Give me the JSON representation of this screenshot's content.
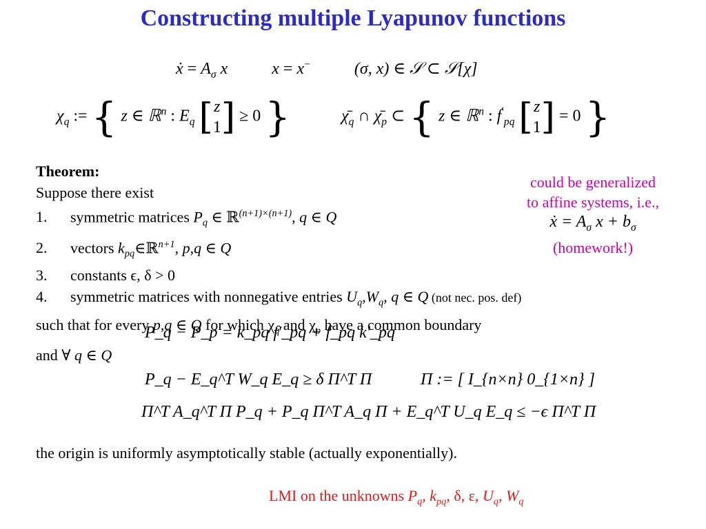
{
  "slide": {
    "title": "Constructing multiple Lyapunov functions",
    "eq_system": {
      "flow": "ẋ = Aσ x",
      "flow_lhs": "ẋ",
      "flow_eq": "=",
      "flow_A": "A",
      "flow_sigma": "σ",
      "flow_x": "x",
      "jump_lhs": "x",
      "jump_eq": "=",
      "jump_rhs": "x",
      "jump_sup": "−",
      "cond": "(σ, x) ∈ 𝒮 ⊂ 𝒮[χ]"
    },
    "eq_sets": {
      "chi_q": "χ",
      "chi_q_sub": "q",
      "def": ":=",
      "set_open": "{",
      "set_close": "}",
      "z_in": "z ∈ ℝ",
      "n": "n",
      "colon": ":",
      "E": "E",
      "q": "q",
      "z": "z",
      "one": "1",
      "geq0": "≥ 0",
      "bar_chi": "χ̄",
      "cap": "∩",
      "p": "p",
      "subset": "⊂",
      "f": "f",
      "prime_pq": "′",
      "pq": "pq",
      "eq0": "= 0"
    },
    "note": {
      "line1": "could be generalized",
      "line2": "to affine systems, i.e.,",
      "eq_lhs": "ẋ = A",
      "eq_sigma": "σ",
      "eq_mid": "x + b",
      "eq_sigma2": "σ",
      "line3": "(homework!)"
    },
    "theorem": {
      "heading": "Theorem:",
      "intro": "Suppose there exist",
      "item1_num": "1.",
      "item1_text": "symmetric matrices ",
      "item1_P": "P",
      "item1_q": "q",
      "item1_in": " ∈ ℝ",
      "item1_sup": "(n+1)×(n+1)",
      "item1_tail": ", q ∈ Q",
      "item2_num": "2.",
      "item2_text": "vectors ",
      "item2_k": "k",
      "item2_pq": "pq",
      "item2_in": "∈ℝ",
      "item2_sup": "n+1",
      "item2_tail": ", p,q ∈ Q",
      "item3_num": "3.",
      "item3_text": "constants ϵ, δ > 0",
      "item4_num": "4.",
      "item4_text": "symmetric matrices with nonnegative entries ",
      "item4_U": "U",
      "item4_q1": "q",
      "item4_W": ",W",
      "item4_q2": "q",
      "item4_tail": ", q ∈ Q",
      "item4_note": " (not nec. pos. def)",
      "such_a": "such that for every ",
      "such_pq": "p,q ∈ Q",
      "such_b": " for which χ",
      "such_q": "q",
      "such_c": " and χ",
      "such_p": "p",
      "such_d": " have a common boundary",
      "eq_boundary": "P_q − P_p = k_pq f′_pq + f_pq k′_pq",
      "and_forall": "and ∀ ",
      "and_q": "q ∈ Q",
      "eq_lmi1": "P_q − E_q^T W_q E_q ≥ δ Π^T Π",
      "eq_pi": "Π := [ I_{n×n}  0_{1×n} ]",
      "eq_lmi2": "Π^T A_q^T Π P_q + P_q Π^T A_q Π + E_q^T U_q E_q ≤ −ϵ Π^T Π",
      "conclusion": "the origin is uniformly asymptotically stable (actually exponentially)."
    },
    "footer": {
      "prefix": "LMI on the unknowns ",
      "P": "P",
      "q1": "q",
      "k": ", k",
      "pq": "pq",
      "rest1": ", δ, ε, ",
      "U": "U",
      "q2": "q",
      "W": ", W",
      "q3": "q"
    },
    "colors": {
      "title": "#2b2bc8",
      "note": "#cc00aa",
      "footer": "#e01818"
    }
  }
}
